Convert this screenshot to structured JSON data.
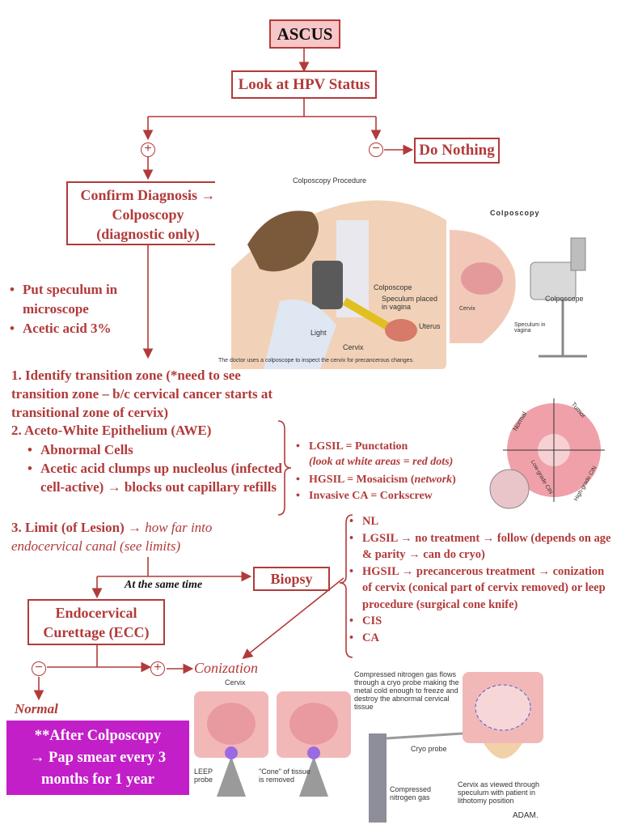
{
  "ascus": "ASCUS",
  "hpv": "Look at HPV Status",
  "plus": "+",
  "minus": "−",
  "do_nothing": "Do Nothing",
  "confirm": [
    "Confirm Diagnosis →",
    "Colposcopy",
    "(diagnostic only)"
  ],
  "prep": [
    "Put speculum in microscope",
    "Acetic acid 3%"
  ],
  "steps": {
    "s1": "1. Identify transition zone (*need to see transition zone – b/c cervical cancer starts at transitional zone of cervix)",
    "s2": "2. Aceto-White Epithelium (AWE)",
    "s2_items": [
      "Abnormal Cells",
      "Acetic acid clumps up nucleolus (infected cell-active) → blocks out capillary refills"
    ],
    "s3_label": "3. Limit (of Lesion) →",
    "s3_italic": "how far into endocervical canal (see limits)"
  },
  "findings": {
    "lgsil": "LGSIL = Punctation",
    "lgsil_note": "(look at white areas = red dots)",
    "hgsil": "HGSIL = Mosaicism (",
    "hgsil_net": "network",
    "hgsil_end": ")",
    "invasive": "Invasive CA = Corkscrew"
  },
  "at_same_time": "At the same time",
  "biopsy": "Biopsy",
  "ecc": [
    "Endocervical",
    "Curettage (ECC)"
  ],
  "conization": "Conization",
  "normal": "Normal",
  "biopsy_results": [
    "NL",
    "LGSIL → no treatment → follow (depends on age & parity → can do cryo)",
    "HGSIL → precancerous treatment → conization of cervix (conical part of cervix removed) or leep procedure (surgical cone knife)",
    "CIS",
    "CA"
  ],
  "after": [
    "**After Colposcopy",
    "→ Pap smear every 3",
    "months for 1 year"
  ],
  "illustrations": {
    "proc_title": "Colposcopy Procedure",
    "proc_caption": "The doctor uses a colposcope to inspect the cervix for precancerous changes.",
    "proc_labels": [
      "Colposcope",
      "Speculum placed in vagina",
      "Light",
      "Uterus",
      "Cervix"
    ],
    "side_title": "Colposcopy",
    "side_labels": [
      "Colposcope",
      "Speculum in vagina",
      "Cervix"
    ],
    "cerv_labels": [
      "Normal",
      "Tumor",
      "Low-grade CIN",
      "High-grade CIN"
    ],
    "leep_labels": [
      "Cervix",
      "LEEP probe",
      "\"Cone\" of tissue is removed"
    ],
    "cryo_text": "Compressed nitrogen gas flows through a cryo probe making the metal cold enough to freeze and destroy the abnormal cervical tissue",
    "cryo_labels": [
      "Cryo probe",
      "Compressed nitrogen gas"
    ],
    "cervix_view": "Cervix as viewed through speculum with patient in lithotomy position",
    "adam": "ADAM."
  },
  "colors": {
    "accent": "#b23a3a",
    "pink_box": "#f7c6c6",
    "purple_box": "#c21fc8"
  }
}
